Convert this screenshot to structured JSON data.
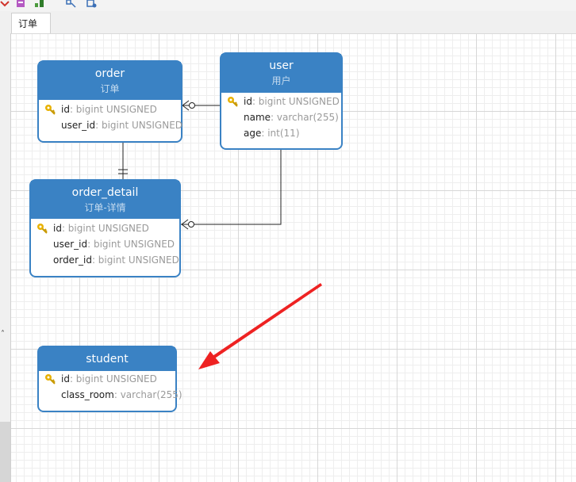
{
  "tab": {
    "label": "订单"
  },
  "entities": {
    "order": {
      "name": "order",
      "comment": "订单",
      "fields": [
        {
          "name": "id",
          "type": ": bigint UNSIGNED",
          "primary_key": true
        },
        {
          "name": "user_id",
          "type": ": bigint UNSIGNED",
          "primary_key": false
        }
      ]
    },
    "user": {
      "name": "user",
      "comment": "用户",
      "fields": [
        {
          "name": "id",
          "type": ": bigint UNSIGNED",
          "primary_key": true
        },
        {
          "name": "name",
          "type": ": varchar(255)",
          "primary_key": false
        },
        {
          "name": "age",
          "type": ": int(11)",
          "primary_key": false
        }
      ]
    },
    "order_detail": {
      "name": "order_detail",
      "comment": "订单-详情",
      "fields": [
        {
          "name": "id",
          "type": ": bigint UNSIGNED",
          "primary_key": true
        },
        {
          "name": "user_id",
          "type": ": bigint UNSIGNED",
          "primary_key": false
        },
        {
          "name": "order_id",
          "type": ": bigint UNSIGNED",
          "primary_key": false
        }
      ]
    },
    "student": {
      "name": "student",
      "comment": "",
      "fields": [
        {
          "name": "id",
          "type": ": bigint UNSIGNED",
          "primary_key": true
        },
        {
          "name": "class_room",
          "type": ": varchar(255)",
          "primary_key": false
        }
      ]
    }
  },
  "relations": [
    {
      "from": "order",
      "to": "user",
      "from_cardinality": "zero-or-many",
      "to_cardinality": "one"
    },
    {
      "from": "order",
      "to": "order_detail",
      "from_cardinality": "one",
      "to_cardinality": "one"
    },
    {
      "from": "user",
      "to": "order_detail",
      "from_cardinality": "one",
      "to_cardinality": "zero-or-many"
    }
  ],
  "colors": {
    "entity_header": "#3a82c4",
    "key_icon": "#e8b100",
    "annotation_arrow": "#ee2222",
    "relation_line": "#222222"
  },
  "icons": [
    "toolbar-icon-1",
    "toolbar-icon-2",
    "toolbar-icon-3",
    "toolbar-icon-4",
    "toolbar-icon-5",
    "primary-key-icon"
  ]
}
